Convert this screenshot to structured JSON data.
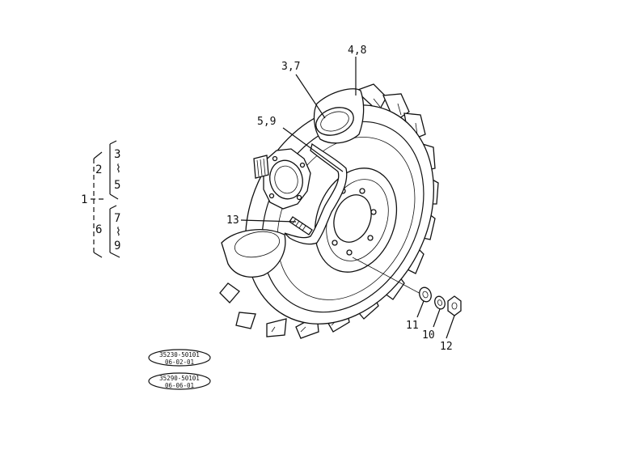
{
  "callouts": {
    "c37": "3,7",
    "c48": "4,8",
    "c59": "5,9",
    "c13": "13",
    "c11": "11",
    "c10": "10",
    "c12": "12"
  },
  "tree": {
    "root": "1",
    "group_a": "2",
    "group_a_first": "3",
    "group_a_last": "5",
    "group_b": "6",
    "group_b_first": "7",
    "group_b_last": "9"
  },
  "references": [
    {
      "line1": "35230-50101",
      "line2": "06-02-01"
    },
    {
      "line1": "35290-50101",
      "line2": "06-06-01"
    }
  ]
}
